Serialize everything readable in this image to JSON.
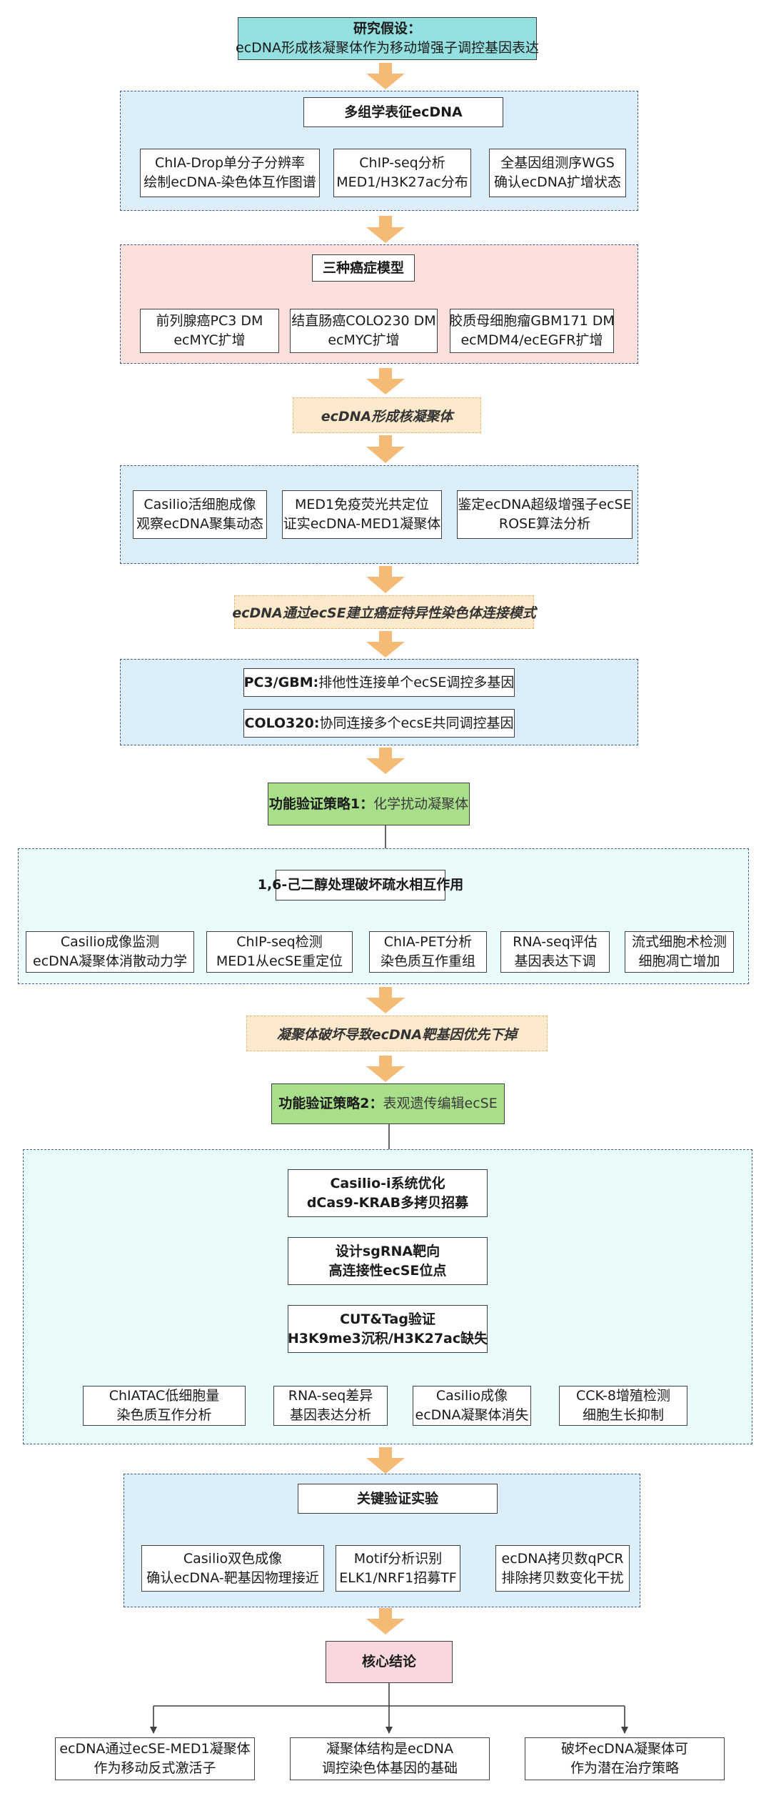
{
  "hypothesis": {
    "title": "研究假设：",
    "text": "ecDNA形成核凝聚体作为移动增强子调控基因表达"
  },
  "multiomics": {
    "title": "多组学表征ecDNA",
    "items": [
      [
        "ChIA-Drop单分子分辨率",
        "绘制ecDNA-染色体互作图谱"
      ],
      [
        "ChIP-seq分析",
        "MED1/H3K27ac分布"
      ],
      [
        "全基因组测序WGS",
        "确认ecDNA扩增状态"
      ]
    ]
  },
  "models": {
    "title": "三种癌症模型",
    "items": [
      [
        "前列腺癌PC3 DM",
        "ecMYC扩增"
      ],
      [
        "结直肠癌COLO230 DM",
        "ecMYC扩增"
      ],
      [
        "胶质母细胞瘤GBM171 DM",
        "ecMDM4/ecEGFR扩增"
      ]
    ]
  },
  "tag1": "ecDNA形成核凝聚体",
  "condensate": {
    "items": [
      [
        "Casilio活细胞成像",
        "观察ecDNA聚集动态"
      ],
      [
        "MED1免疫荧光共定位",
        "证实ecDNA-MED1凝聚体"
      ],
      [
        "鉴定ecDNA超级增强子ecSE",
        "ROSE算法分析"
      ]
    ]
  },
  "tag2": "ecDNA通过ecSE建立癌症特异性染色体连接模式",
  "patterns": {
    "items": [
      {
        "lead": "PC3/GBM:",
        "rest": " 排他性连接单个ecSE调控多基因"
      },
      {
        "lead": "COLO320:",
        "rest": " 协同连接多个ecsE共同调控基因"
      }
    ]
  },
  "strategy1": {
    "lead": "功能验证策略1：",
    "rest": "化学扰动凝聚体",
    "treat": "1,6-己二醇处理破坏疏水相互作用",
    "items": [
      [
        "Casilio成像监测",
        "ecDNA凝聚体消散动力学"
      ],
      [
        "ChIP-seq检测",
        "MED1从ecSE重定位"
      ],
      [
        "ChIA-PET分析",
        "染色质互作重组"
      ],
      [
        "RNA-seq评估",
        "基因表达下调"
      ],
      [
        "流式细胞术检测",
        "细胞凋亡增加"
      ]
    ]
  },
  "tag3": "凝聚体破坏导致ecDNA靶基因优先下掉",
  "strategy2": {
    "lead": "功能验证策略2：",
    "rest": "表观遗传编辑ecSE",
    "steps": [
      [
        "Casilio-i系统优化",
        "dCas9-KRAB多拷贝招募"
      ],
      [
        "设计sgRNA靶向",
        "高连接性ecSE位点"
      ],
      [
        "CUT&Tag验证",
        "H3K9me3沉积/H3K27ac缺失"
      ]
    ],
    "items": [
      [
        "ChIATAC低细胞量",
        "染色质互作分析"
      ],
      [
        "RNA-seq差异",
        "基因表达分析"
      ],
      [
        "Casilio成像",
        "ecDNA凝聚体消失"
      ],
      [
        "CCK-8增殖检测",
        "细胞生长抑制"
      ]
    ]
  },
  "keyexp": {
    "title": "关键验证实验",
    "items": [
      [
        "Casilio双色成像",
        "确认ecDNA-靶基因物理接近"
      ],
      [
        "Motif分析识别",
        "ELK1/NRF1招募TF"
      ],
      [
        "ecDNA拷贝数qPCR",
        "排除拷贝数变化干扰"
      ]
    ]
  },
  "conclusion": {
    "title": "核心结论",
    "items": [
      [
        "ecDNA通过ecSE-MED1凝聚体",
        "作为移动反式激活子"
      ],
      [
        "凝聚体结构是ecDNA",
        "调控染色体基因的基础"
      ],
      [
        "破坏ecDNA凝聚体可",
        "作为潜在治疗策略"
      ]
    ]
  },
  "colors": {
    "arrow": "#f5bb76",
    "line": "#404040",
    "region_border": "#3f5d93",
    "blue_bg": "#dceefa",
    "pink_bg": "#fce0dc",
    "mint_bg": "#e9fbfb",
    "tag_bg": "#fde9cc"
  }
}
